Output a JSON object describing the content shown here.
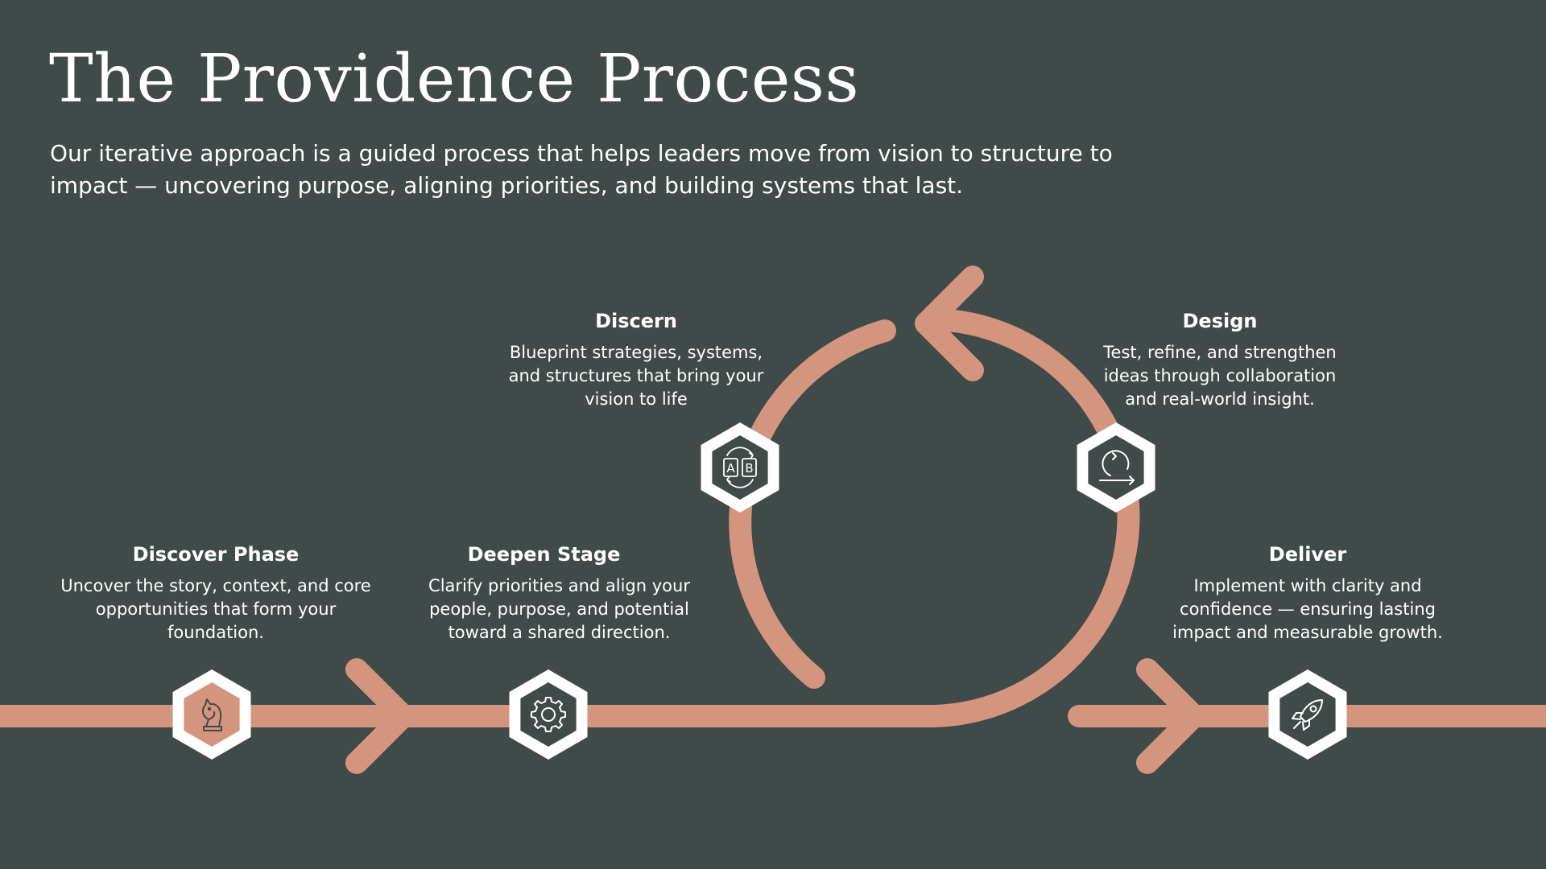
{
  "title": "The Providence Process",
  "subtitle": "Our iterative approach is a guided process that helps leaders move from vision to structure to impact — uncovering purpose, aligning priorities, and building systems that last.",
  "colors": {
    "background": "#404a49",
    "accent": "#d4957e",
    "text": "#ffffff"
  },
  "steps": [
    {
      "title": "Discover Phase",
      "description": "Uncover the story, context, and core opportunities that form your foundation.",
      "icon": "knight-icon"
    },
    {
      "title": "Deepen Stage",
      "description": "Clarify priorities and align your people, purpose, and potential toward a shared direction.",
      "icon": "gear-icon"
    },
    {
      "title": "Discern",
      "description": "Blueprint strategies, systems, and structures that bring your vision to life",
      "icon": "ab-test-icon"
    },
    {
      "title": "Design",
      "description": "Test, refine, and strengthen ideas through collaboration and real-world insight.",
      "icon": "iterate-icon"
    },
    {
      "title": "Deliver",
      "description": "Implement with clarity and confidence — ensuring lasting impact and measurable growth.",
      "icon": "rocket-icon"
    }
  ]
}
